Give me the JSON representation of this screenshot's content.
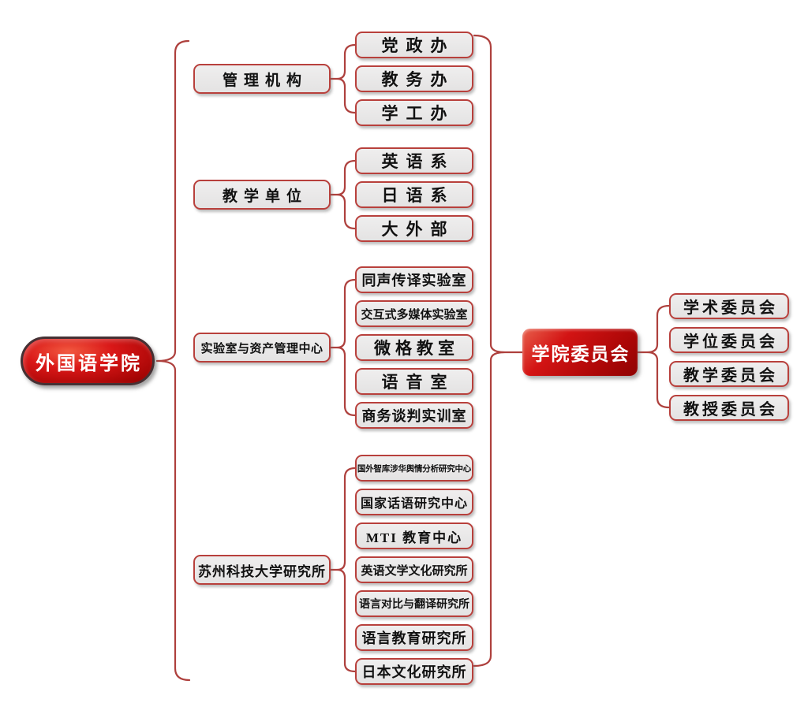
{
  "diagram": {
    "root": {
      "label": "外国语学院"
    },
    "branches": [
      {
        "label": "管理机构",
        "children": [
          "党政办",
          "教务办",
          "学工办"
        ]
      },
      {
        "label": "教学单位",
        "children": [
          "英语系",
          "日语系",
          "大外部"
        ]
      },
      {
        "label": "实验室与资产管理中心",
        "children": [
          "同声传译实验室",
          "交互式多媒体实验室",
          "微格教室",
          "语音室",
          "商务谈判实训室"
        ]
      },
      {
        "label": "苏州科技大学研究所",
        "children": [
          "国外智库涉华舆情分析研究中心",
          "国家话语研究中心",
          "MTI 教育中心",
          "英语文学文化研究所",
          "语言对比与翻译研究所",
          "语言教育研究所",
          "日本文化研究所"
        ]
      }
    ],
    "committee": {
      "label": "学院委员会",
      "children": [
        "学术委员会",
        "学位委员会",
        "教学委员会",
        "教授委员会"
      ]
    },
    "colors": {
      "node_fill": "#e9e8e8",
      "node_border": "#b8403c",
      "connector": "#ae403d",
      "root_red": "#c90b0b",
      "text": "#111111",
      "background": "#ffffff"
    }
  }
}
